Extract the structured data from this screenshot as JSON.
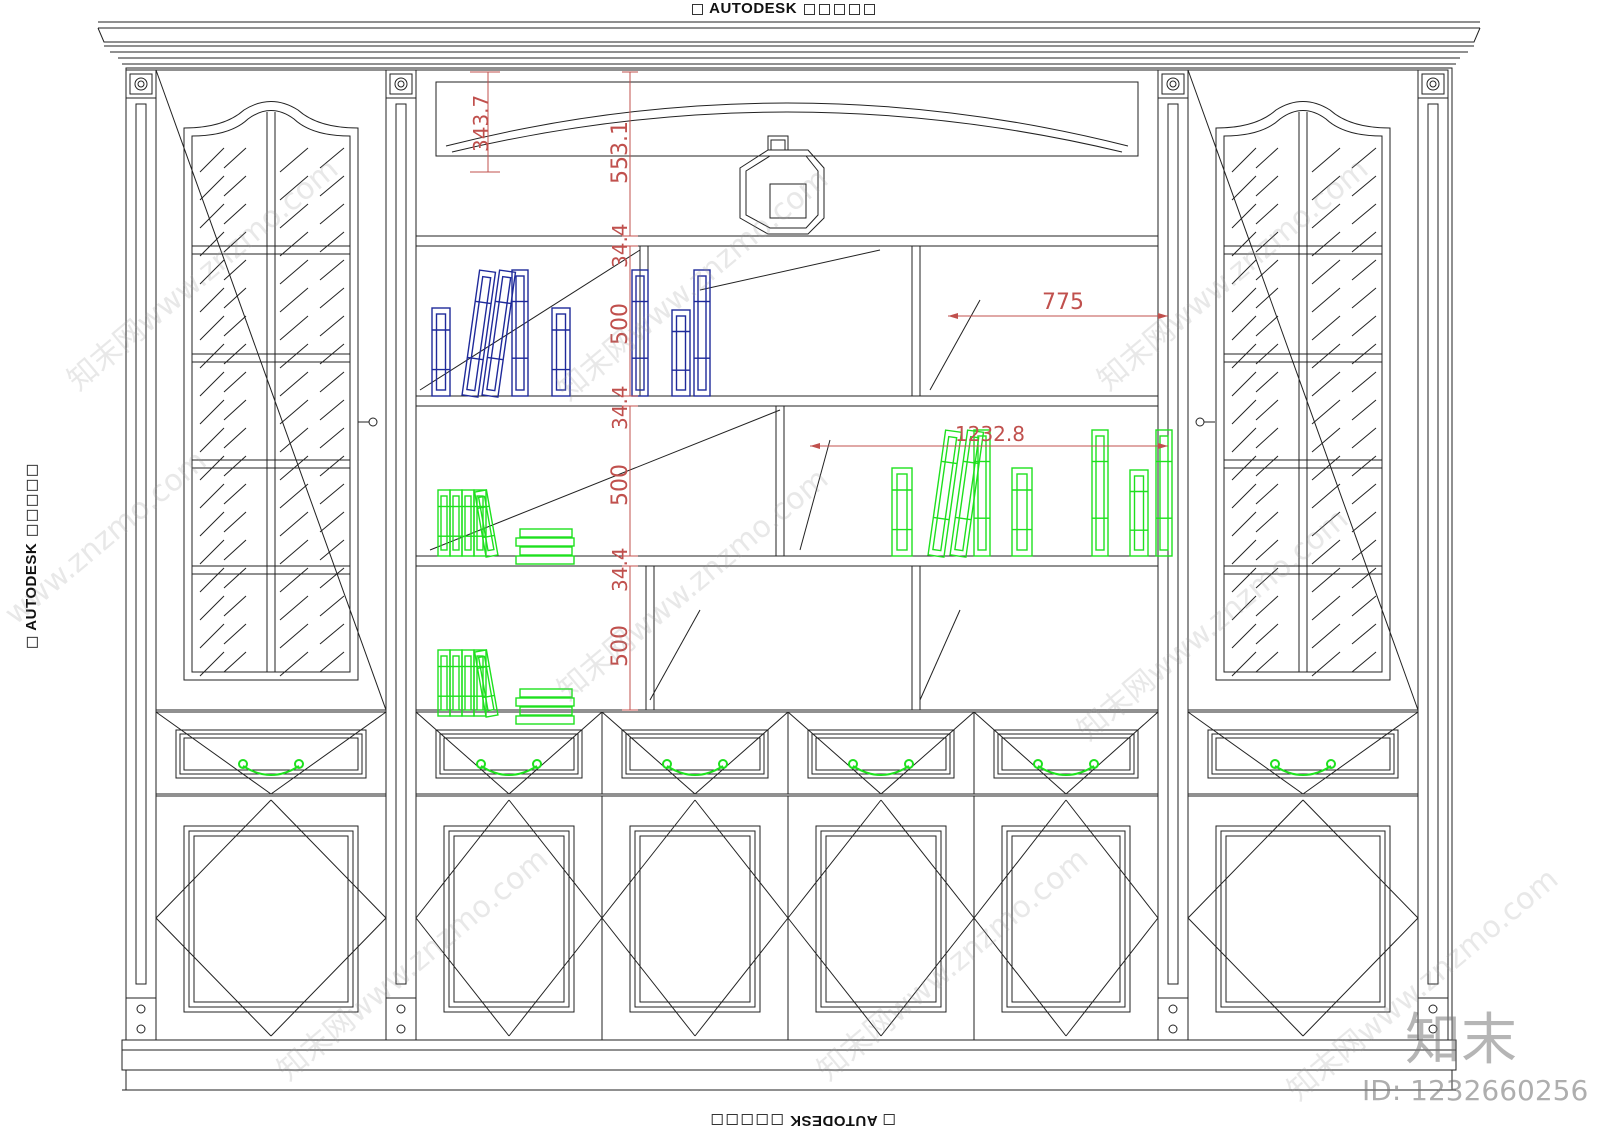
{
  "stamp": {
    "word": "AUTODESK",
    "prefix_marks": 1,
    "suffix_marks": 5
  },
  "dimensions": {
    "arch_height": "343.7",
    "top_bay_height": "553.1",
    "shelf_thickness": "34.4",
    "shelf_height": "500",
    "bay_width": "775",
    "span_width": "1232.8"
  },
  "watermarks": {
    "cn_site": "知末网www.znzmo.com",
    "site": "www.znzmo.com"
  },
  "brand": {
    "logo_text": "知末",
    "id_text": "ID: 1232660256"
  },
  "colors": {
    "line": "#222222",
    "dimension": "#c0504d",
    "blue_books": "#1f2a9a",
    "green_books": "#1ee01e",
    "handles": "#1ee01e"
  }
}
